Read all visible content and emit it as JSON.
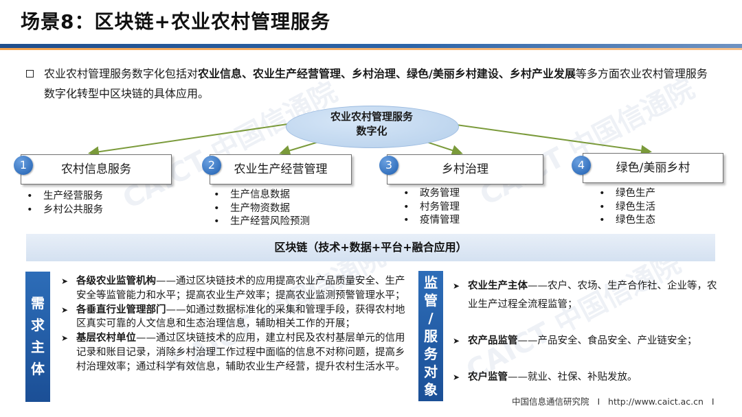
{
  "title": "场景8：区块链+农业农村管理服务",
  "intro": {
    "prefix": "农业农村管理服务数字化包括对",
    "bold": "农业信息、农业生产经营管理、乡村治理、绿色/美丽乡村建设、乡村产业发展",
    "suffix": "等多方面农业农村管理服务数字化转型中区块链的具体应用。"
  },
  "center": {
    "line1": "农业农村管理服务",
    "line2": "数字化"
  },
  "categories": [
    {
      "num": "1",
      "label": "农村信息服务",
      "items": [
        "生产经营服务",
        "乡村公共服务"
      ]
    },
    {
      "num": "2",
      "label": "农业生产经营管理",
      "items": [
        "生产信息数据",
        "生产物资数据",
        "生产经营风险预测"
      ]
    },
    {
      "num": "3",
      "label": "乡村治理",
      "items": [
        "政务管理",
        "村务管理",
        "疫情管理"
      ]
    },
    {
      "num": "4",
      "label": "绿色/美丽乡村",
      "items": [
        "绿色生产",
        "绿色生活",
        "绿色生态"
      ]
    }
  ],
  "chain": "区块链（技术+数据+平台+融合应用）",
  "demand": {
    "label": [
      "需",
      "求",
      "主",
      "体"
    ],
    "items": [
      {
        "bold": "各级农业监管机构",
        "text": "——通过区块链技术的应用提高农业产品质量安全、生产安全等监管能力和水平；提高农业生产效率；提高农业监测预警管理水平；"
      },
      {
        "bold": "各垂直行业管理部门",
        "text": "——如通过数据标准化的采集和管理手段，获得农村地区真实可靠的人文信息和生态治理信息，辅助相关工作的开展；"
      },
      {
        "bold": "基层农村单位",
        "text": "——通过区块链技术的应用，建立村民及农村基层单元的信用记录和账目记录，消除乡村治理工作过程中面临的信息不对称问题，提高乡村治理效率；通过科学有效信息，辅助农业生产经营，提升农村生活水平。"
      }
    ]
  },
  "supervise": {
    "label": [
      "监",
      "管",
      "/",
      "服",
      "务",
      "对",
      "象"
    ],
    "items": [
      {
        "bold": "农业生产主体",
        "text": "——农户、农场、生产合作社、企业等，农业生产过程全流程监管；"
      },
      {
        "bold": "农产品监管",
        "text": "——产品安全、食品安全、产业链安全；"
      },
      {
        "bold": "农户监管",
        "text": "——就业、社保、补贴发放。"
      }
    ]
  },
  "footer": {
    "org": "中国信息通信研究院",
    "sep": "I",
    "url": "http://www.caict.ac.cn",
    "end": "I"
  },
  "watermark": "CAICT 中国信通院",
  "icons": {
    "square_bullet": "hollow-square-icon",
    "arrow_bullet": "arrow-right-icon"
  },
  "colors": {
    "accent_blue": "#1f4e8c",
    "accent_orange": "#f2a04a",
    "line_green": "#7a9a3a"
  }
}
